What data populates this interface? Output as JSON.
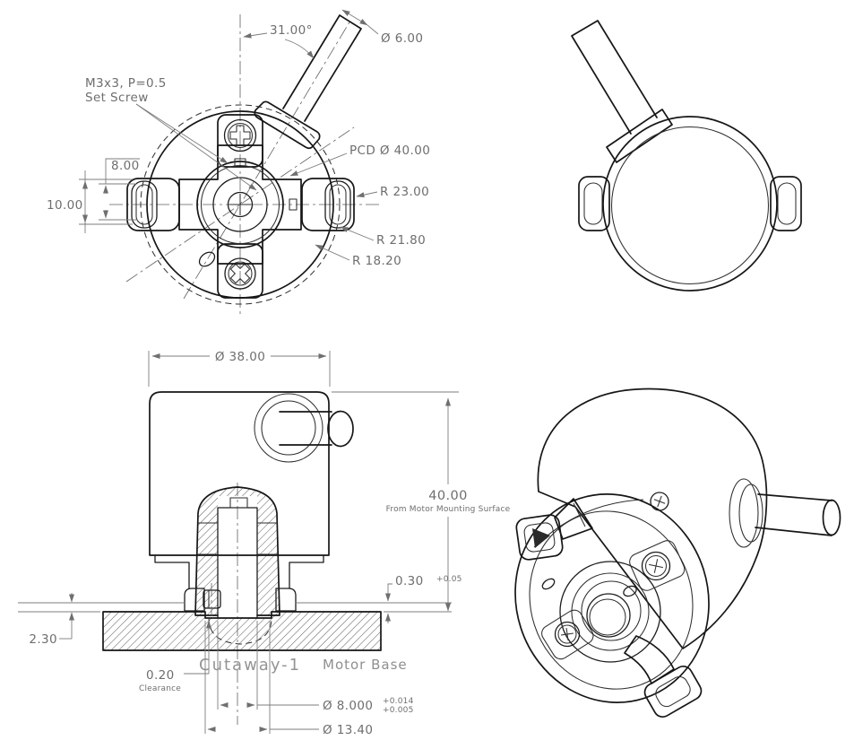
{
  "front_view": {
    "angle_dim": "31.00°",
    "shaft_diameter": "Ø 6.00",
    "set_screw_note_line1": "M3x3, P=0.5",
    "set_screw_note_line2": "Set Screw",
    "slot_width": "8.00",
    "slot_height": "10.00",
    "pcd": "PCD Ø 40.00",
    "radius_outer": "R 23.00",
    "radius_mid": "R 21.80",
    "radius_inner": "R 18.20"
  },
  "section_view": {
    "body_diameter": "Ø 38.00",
    "height_dim": "40.00",
    "height_note": "From Motor Mounting Surface",
    "standoff_dim": "0.30",
    "standoff_tol": "+0.05",
    "base_offset_dim": "2.30",
    "clearance_dim": "0.20",
    "clearance_note": "Clearance",
    "cutaway_label": "Cutaway-1",
    "motor_base_label": "Motor Base",
    "bore_diameter": "Ø 8.000",
    "bore_tol_upper": "+0.014",
    "bore_tol_lower": "+0.005",
    "counterbore_diameter": "Ø 13.40"
  }
}
